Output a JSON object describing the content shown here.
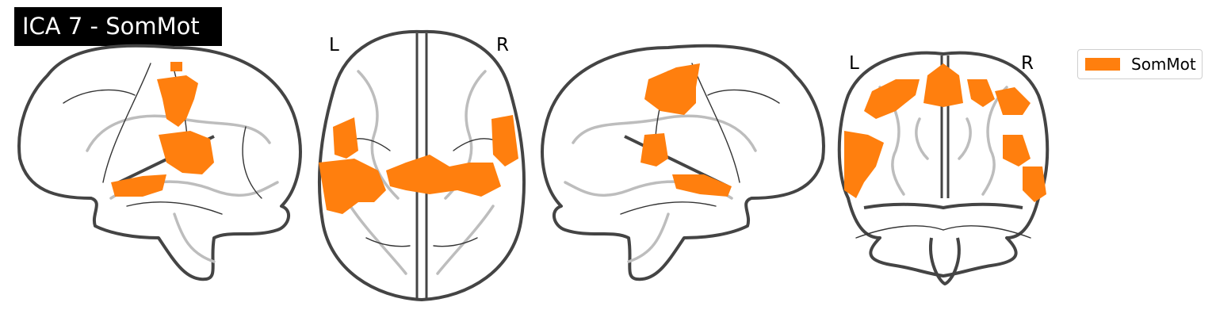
{
  "title": "ICA 7 - SomMot",
  "orientation_labels": {
    "axial_left": "L",
    "axial_right": "R",
    "coronal_left": "L",
    "coronal_right": "R"
  },
  "legend": {
    "label": "SomMot",
    "color": "#ff7f0e"
  },
  "views": [
    "sagittal-left",
    "axial",
    "sagittal-right",
    "coronal"
  ]
}
